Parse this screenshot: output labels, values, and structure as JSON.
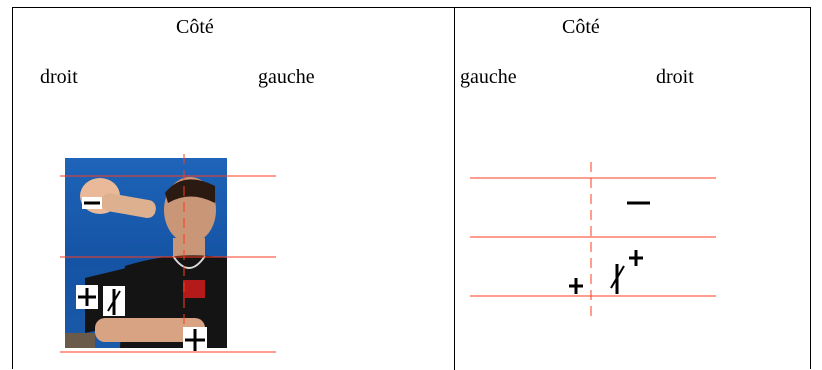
{
  "left_panel": {
    "header": "Côté",
    "label_left": "droit",
    "label_right": "gauche"
  },
  "right_panel": {
    "header": "Côté",
    "label_left": "gauche",
    "label_right": "droit"
  },
  "photo": {
    "description_icon": "signer-photo"
  },
  "colors": {
    "guide_line": "#ff3b1f",
    "border": "#000000"
  }
}
